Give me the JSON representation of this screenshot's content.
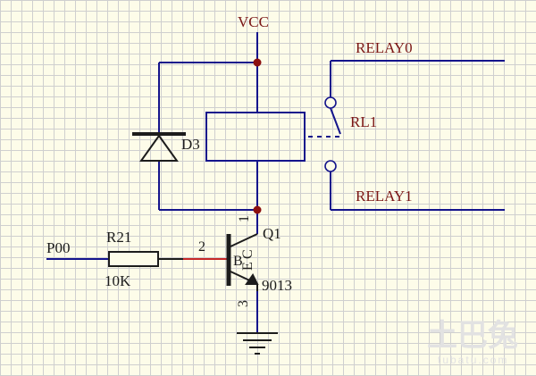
{
  "schematic": {
    "supply_label": "VCC",
    "relay_no_label": "RELAY0",
    "relay_nc_label": "RELAY1",
    "relay_label": "RL1",
    "diode_label": "D3",
    "transistor_label": "Q1",
    "transistor_part": "9013",
    "resistor_label": "R21",
    "resistor_value": "10K",
    "input_label": "P00",
    "pin_collector": "1",
    "pin_base": "2",
    "pin_emitter": "3",
    "pin_b": "B",
    "pin_c": "C",
    "pin_e": "E"
  },
  "watermark": {
    "logo_text": "土巴兔",
    "url_text": "tubatu.com"
  },
  "colors": {
    "wire": "#14148c",
    "component": "#8c1010",
    "junction": "#8c1010",
    "grid": "#cfcfcf",
    "background": "#fdfce9"
  }
}
